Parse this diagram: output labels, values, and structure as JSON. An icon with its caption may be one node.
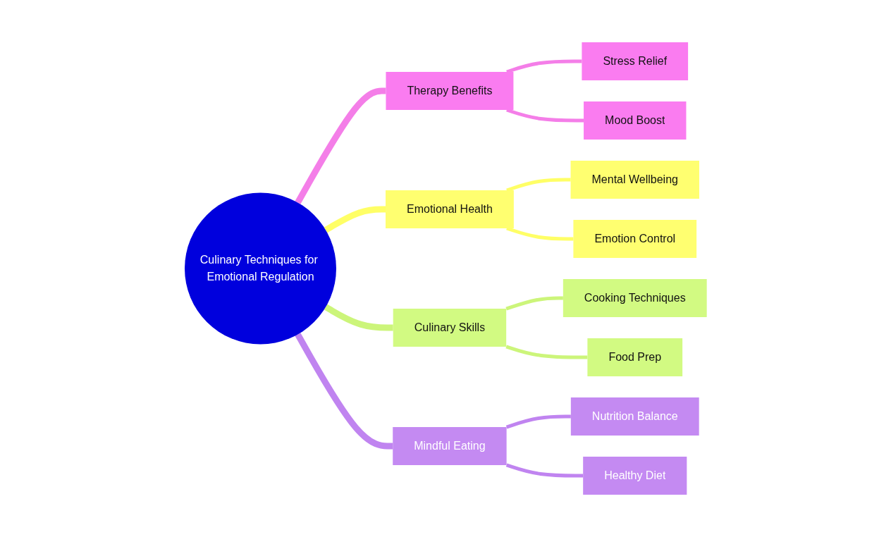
{
  "diagram": {
    "nodes": [
      {
        "text": [
          "Culinary Techniques for Emotional Regulation"
        ]
      },
      {
        "text": [
          "Therapy Benefits"
        ]
      },
      {
        "text": [
          "Stress Relief"
        ]
      },
      {
        "text": [
          "Mood Boost"
        ]
      },
      {
        "text": [
          "Emotional Health"
        ]
      },
      {
        "text": [
          "Mental Wellbeing"
        ]
      },
      {
        "text": [
          "Emotion Control"
        ]
      },
      {
        "text": [
          "Culinary Skills"
        ]
      },
      {
        "text": [
          "Cooking Techniques"
        ]
      },
      {
        "text": [
          "Food Prep"
        ]
      },
      {
        "text": [
          "Mindful Eating"
        ]
      },
      {
        "text": [
          "Nutrition Balance"
        ]
      },
      {
        "text": [
          "Healthy Diet"
        ]
      }
    ],
    "edges": [
      {
        "from": 0,
        "to": 1,
        "arrow": "none",
        "style": "thick",
        "color": "#f47ee8"
      },
      {
        "from": 1,
        "to": 2,
        "arrow": "none",
        "color": "#f47ee8"
      },
      {
        "from": 1,
        "to": 3,
        "arrow": "none",
        "color": "#f47ee8"
      },
      {
        "from": 0,
        "to": 4,
        "arrow": "none",
        "style": "thick",
        "color": "#ffff66"
      },
      {
        "from": 4,
        "to": 5,
        "arrow": "none",
        "color": "#ffff66"
      },
      {
        "from": 4,
        "to": 6,
        "arrow": "none",
        "color": "#ffff66"
      },
      {
        "from": 0,
        "to": 7,
        "arrow": "none",
        "style": "thick",
        "color": "#ccf57a"
      },
      {
        "from": 7,
        "to": 8,
        "arrow": "none",
        "color": "#ccf57a"
      },
      {
        "from": 7,
        "to": 9,
        "arrow": "none",
        "color": "#ccf57a"
      },
      {
        "from": 0,
        "to": 10,
        "arrow": "none",
        "style": "thick",
        "color": "#c084f0"
      },
      {
        "from": 10,
        "to": 11,
        "arrow": "none",
        "color": "#c084f0"
      },
      {
        "from": 10,
        "to": 12,
        "arrow": "none",
        "color": "#c084f0"
      }
    ]
  }
}
